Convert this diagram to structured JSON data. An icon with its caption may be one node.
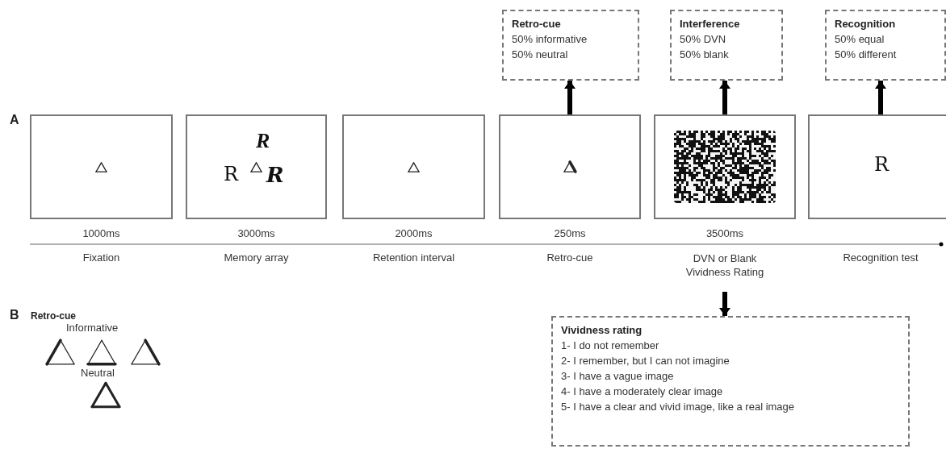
{
  "diagram": {
    "nodes": [
      {
        "text": [
          "Retro-cue",
          "50% informative",
          "50% neutral"
        ]
      },
      {
        "text": [
          "Interference",
          "50% DVN",
          "50% blank"
        ]
      },
      {
        "text": [
          "Recognition",
          "50% equal",
          "50% different"
        ]
      },
      {
        "text": [],
        "shape": "box",
        "beside": [
          "1000ms",
          "Fixation"
        ]
      },
      {
        "text": [
          "R",
          "R",
          "R"
        ],
        "beside": [
          "3000ms",
          "Memory array"
        ]
      },
      {
        "text": [],
        "shape": "box",
        "beside": [
          "2000ms",
          "Retention interval"
        ]
      },
      {
        "text": [],
        "shape": "box",
        "beside": [
          "250ms",
          "Retro-cue"
        ]
      },
      {
        "text": [],
        "shape": "box",
        "beside": [
          "3500ms",
          "DVN or Blank Vividness Rating"
        ]
      },
      {
        "text": [
          "R"
        ],
        "beside": [
          "Recognition test"
        ]
      },
      {
        "text": [
          "Vividness rating",
          "1- I do not remember",
          "2- I remember, but I can not imagine",
          "3- I have a vague image",
          "4- I have a moderately clear image",
          "5- I have a clear and vivid image, like a real image"
        ]
      }
    ],
    "edges": [
      {
        "from": 6,
        "to": 0,
        "arrow": "to"
      },
      {
        "from": 7,
        "to": 1,
        "arrow": "to"
      },
      {
        "from": 8,
        "to": 2,
        "arrow": "to"
      },
      {
        "from": 7,
        "to": 9,
        "arrow": "to"
      }
    ],
    "labels": [
      "A",
      "B",
      "Retro-cue",
      "Informative",
      "Neutral"
    ]
  }
}
